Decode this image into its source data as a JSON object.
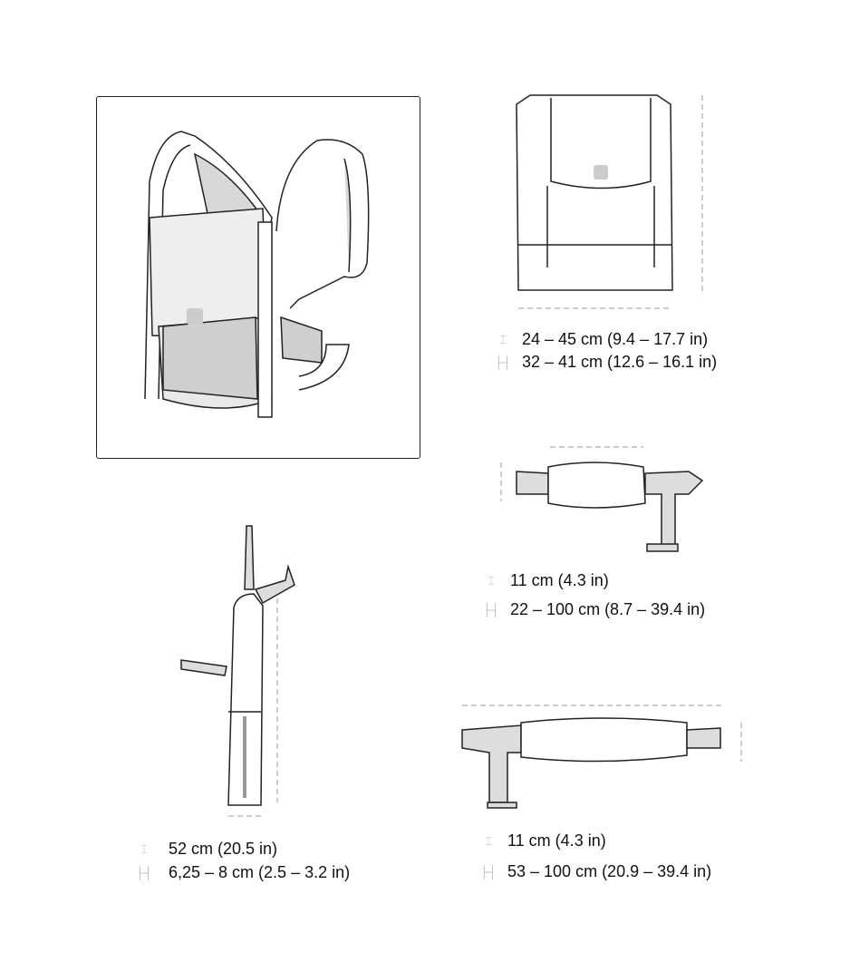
{
  "colors": {
    "line": "#222222",
    "dim": "#bbbbbb",
    "fill": "#e8e8e8",
    "mesh": "#cfcfcf"
  },
  "icons": {
    "height": "height-dimension-icon",
    "width": "width-dimension-icon"
  },
  "panels": [
    {
      "name": "carrier-overview",
      "dimensions": []
    },
    {
      "name": "back-panel",
      "dimensions": [
        {
          "type": "height",
          "text": "24 – 45 cm (9.4 – 17.7 in)"
        },
        {
          "type": "width",
          "text": "32 – 41 cm (12.6 – 16.1 in)"
        }
      ]
    },
    {
      "name": "waist-pocket",
      "dimensions": [
        {
          "type": "height",
          "text": "11 cm (4.3 in)"
        },
        {
          "type": "width",
          "text": "22 – 100 cm (8.7 – 39.4 in)"
        }
      ]
    },
    {
      "name": "side-profile",
      "dimensions": [
        {
          "type": "height",
          "text": "52 cm (20.5 in)"
        },
        {
          "type": "width",
          "text": "6,25 – 8 cm (2.5 – 3.2 in)"
        }
      ]
    },
    {
      "name": "waist-belt",
      "dimensions": [
        {
          "type": "height",
          "text": "11 cm (4.3 in)"
        },
        {
          "type": "width",
          "text": "53 – 100 cm (20.9 – 39.4 in)"
        }
      ]
    }
  ]
}
